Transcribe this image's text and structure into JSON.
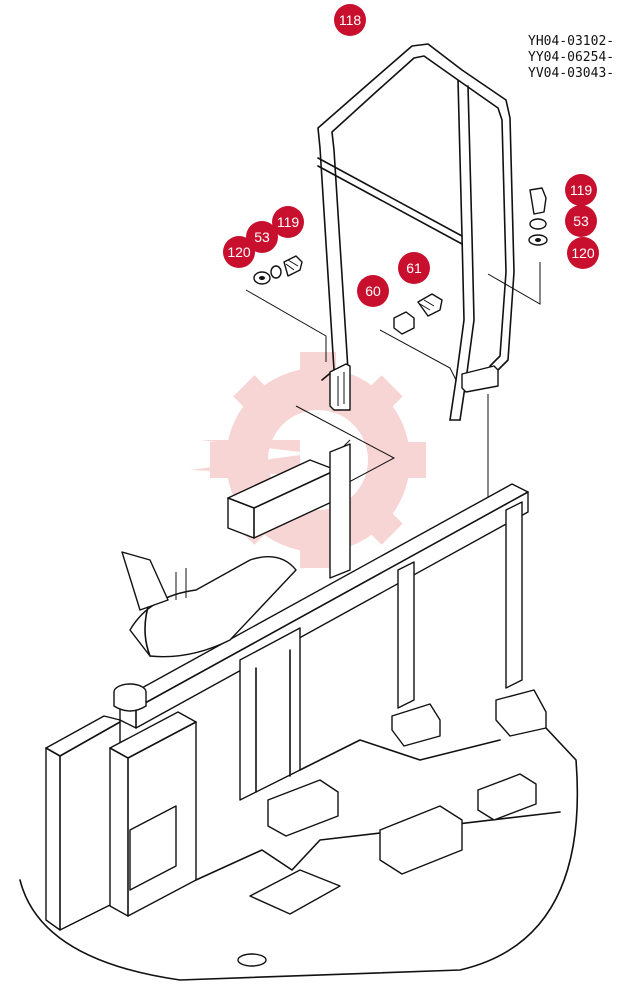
{
  "serial_numbers": [
    "YH04-03102-",
    "YY04-06254-",
    "YV04-03043-"
  ],
  "callouts": [
    {
      "label": "118"
    },
    {
      "label": "119"
    },
    {
      "label": "53"
    },
    {
      "label": "120"
    },
    {
      "label": "61"
    },
    {
      "label": "60"
    },
    {
      "label": "119"
    },
    {
      "label": "53"
    },
    {
      "label": "120"
    }
  ],
  "colors": {
    "callout_fill": "#c8102e",
    "watermark": "#f1b0b0",
    "line": "#111111"
  }
}
